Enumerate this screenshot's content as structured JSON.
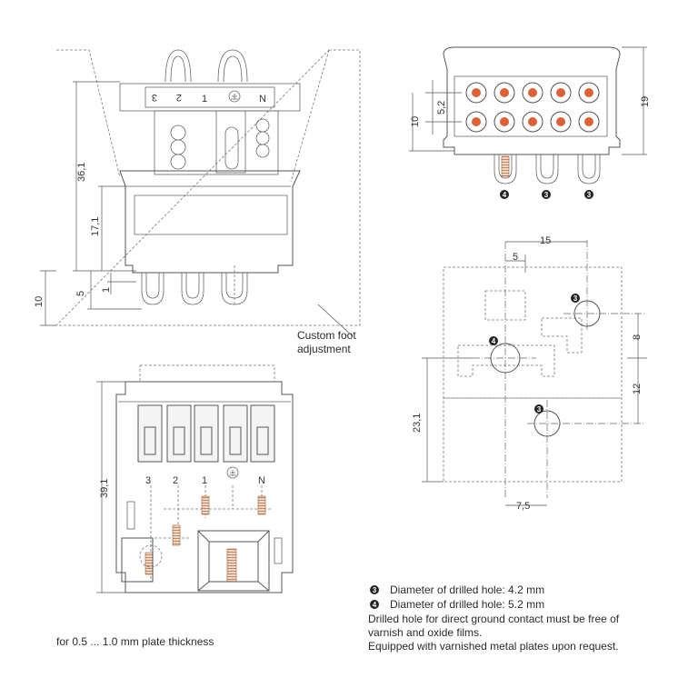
{
  "front_view": {
    "terminal_labels": [
      "3",
      "2",
      "1",
      "N"
    ],
    "dimensions": [
      "36,1",
      "17,1",
      "5",
      "1",
      "10"
    ],
    "note": [
      "Custom foot",
      "adjustment"
    ]
  },
  "end_view": {
    "dimensions": [
      "5,2",
      "10",
      "19"
    ],
    "badges": [
      "4",
      "3",
      "3"
    ]
  },
  "drilling_pattern": {
    "dimensions": [
      "15",
      "5",
      "8",
      "12",
      "23,1",
      "7,5"
    ],
    "badges": [
      "3",
      "4",
      "3"
    ]
  },
  "top_view": {
    "terminal_labels": [
      "3",
      "2",
      "1",
      "N"
    ],
    "dimensions": [
      "39,1"
    ]
  },
  "legend": {
    "items": [
      {
        "badge": "3",
        "text": "Diameter of drilled hole: 4.2 mm"
      },
      {
        "badge": "4",
        "text": "Diameter of drilled hole: 5.2 mm"
      }
    ],
    "notes": [
      "Drilled hole for direct ground contact must be free of",
      "varnish and oxide films.",
      "Equipped with varnished metal plates upon request."
    ]
  },
  "plate_note": "for 0.5 ... 1.0 mm plate thickness",
  "colors": {
    "contact": "#d9623a",
    "line": "#555555"
  }
}
